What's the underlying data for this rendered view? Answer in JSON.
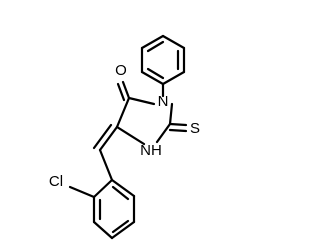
{
  "molecule": {
    "atoms": {
      "oxygen": "O",
      "nitrogen_ring": "N",
      "sulfur": "S",
      "nh": "NH",
      "chlorine": "Cl"
    }
  },
  "colors": {
    "bond": "#000000",
    "label": "#000000",
    "background": "#ffffff"
  }
}
